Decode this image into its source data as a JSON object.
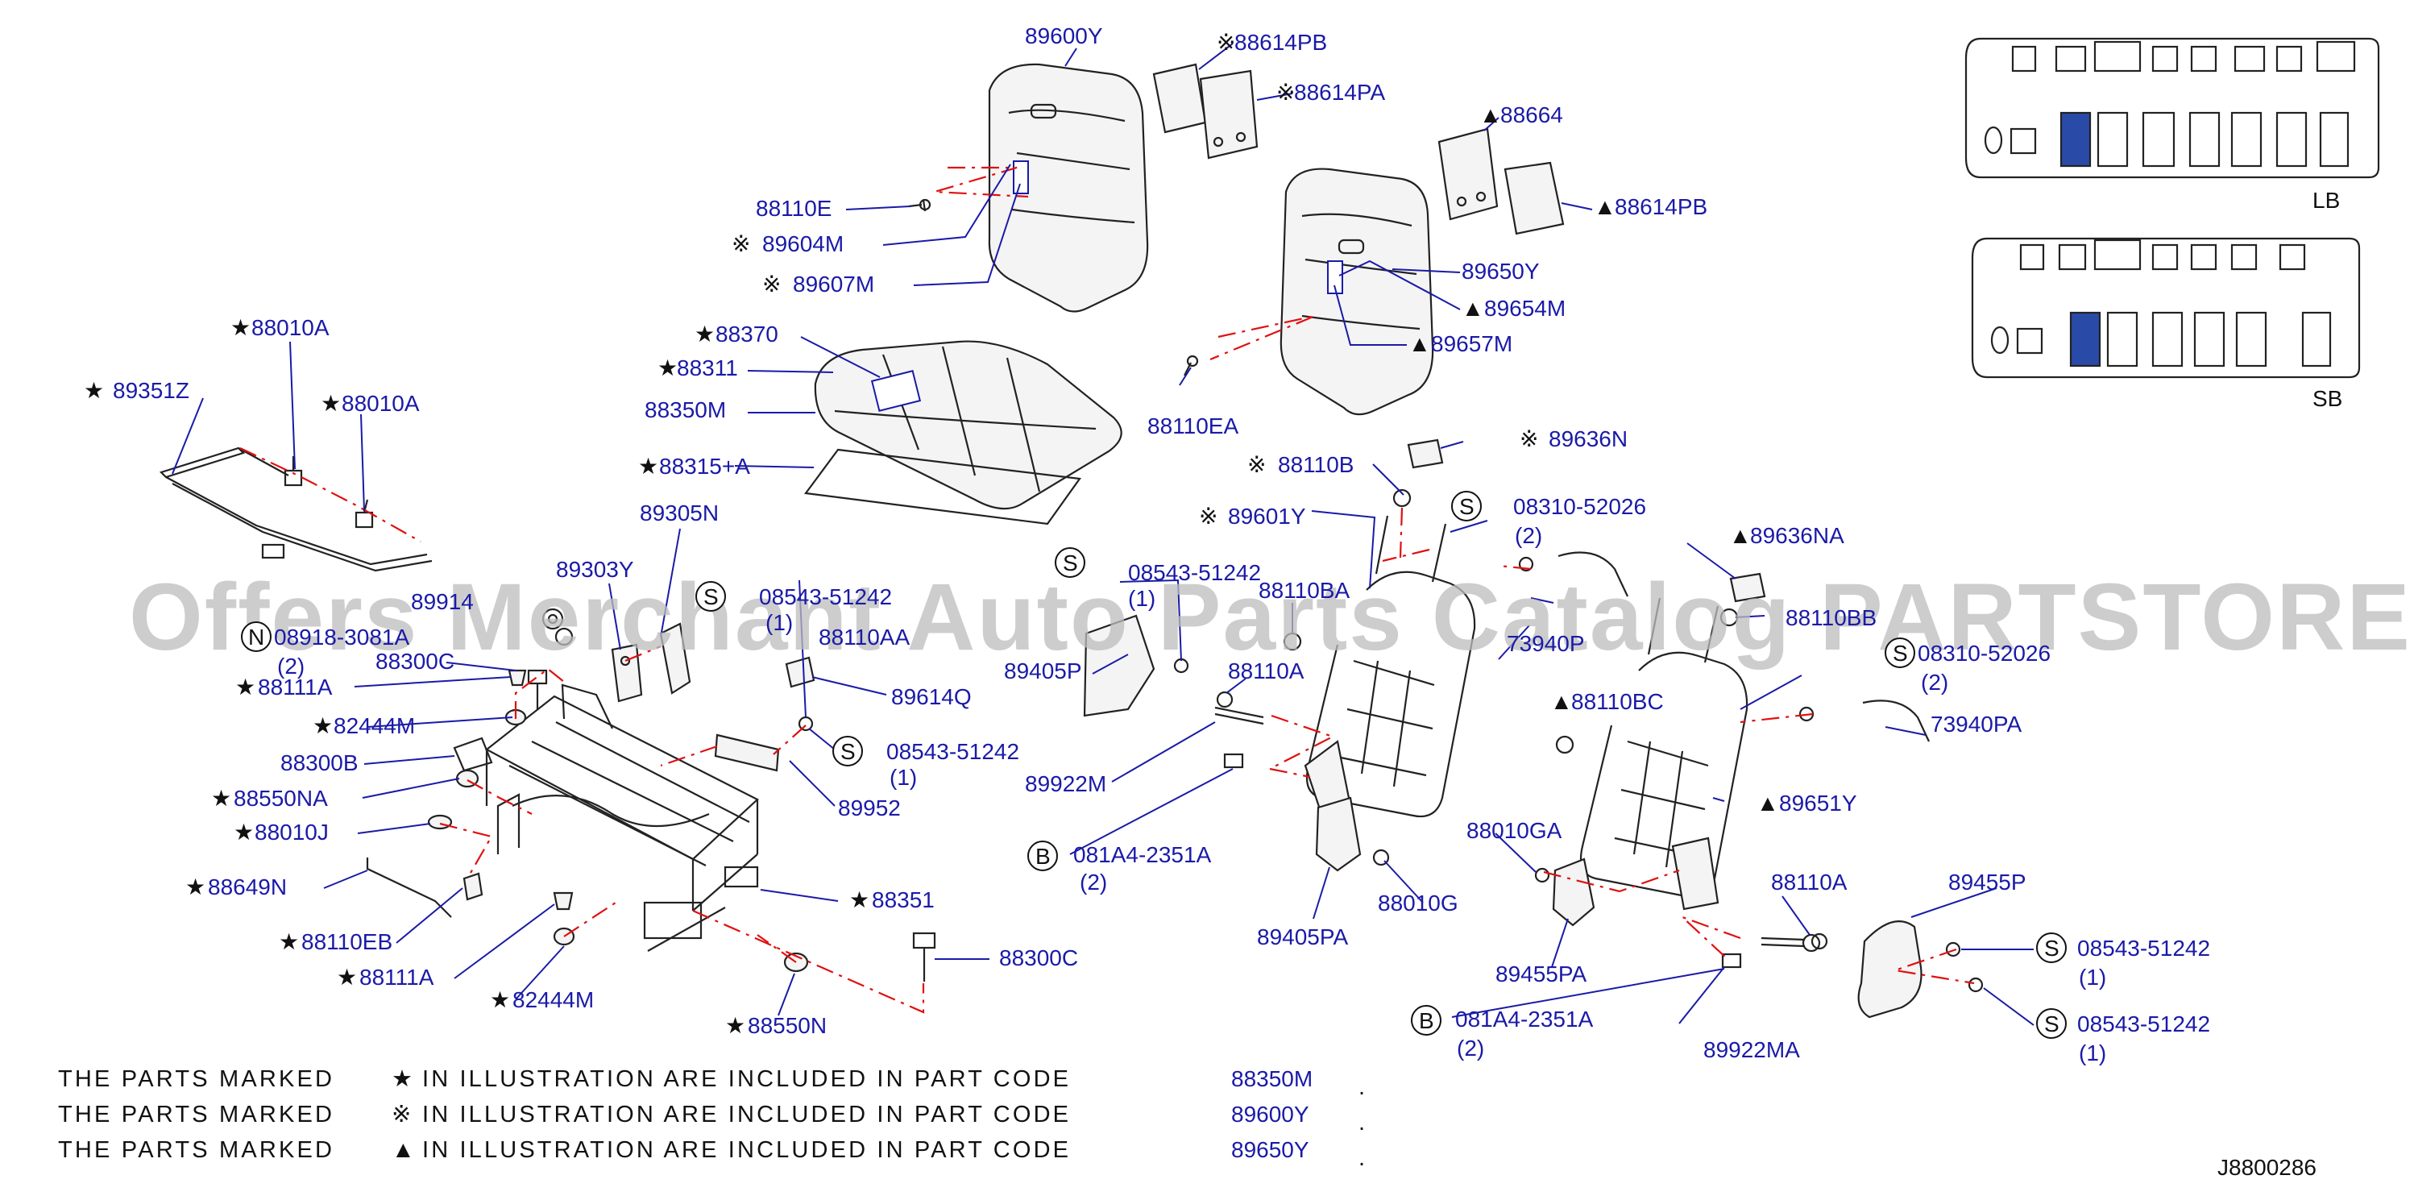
{
  "watermark": "Offers Merchant Auto Parts Catalog PARTSTORE.SA",
  "diagram_code": "J8800286",
  "colors": {
    "callout": "#1a1aa8",
    "dash": "#e01010",
    "highlight": "#2a4aa8"
  },
  "vehicle_views": [
    {
      "label": "LB"
    },
    {
      "label": "SB"
    }
  ],
  "callouts": {
    "c89600Y": "89600Y",
    "c88614PB_1": "88614PB",
    "c88614PA": "88614PA",
    "c88664": "88664",
    "c88614PB_2": "88614PB",
    "c88110E": "88110E",
    "c89604M": "89604M",
    "c89607M": "89607M",
    "c89650Y": "89650Y",
    "c89654M": "89654M",
    "c89657M": "89657M",
    "c88010A_1": "88010A",
    "c89351Z": "89351Z",
    "c88010A_2": "88010A",
    "c88370": "88370",
    "c88311": "88311",
    "c88350M": "88350M",
    "c88315A": "88315+A",
    "c88110EA": "88110EA",
    "c89636N": "89636N",
    "c88110B": "88110B",
    "c08310_1": "08310-52026",
    "c08310_1q": "(2)",
    "c89601Y": "89601Y",
    "c89636NA": "89636NA",
    "c89305N": "89305N",
    "c89303Y": "89303Y",
    "c08543_1": "08543-51242",
    "c08543_1q": "(1)",
    "c89914": "89914",
    "c08918": "08918-3081A",
    "c08918q": "(2)",
    "c08543_2": "08543-51242",
    "c08543_2q": "(1)",
    "c88110AA": "88110AA",
    "c88110BA": "88110BA",
    "c73940P": "73940P",
    "c88110BB": "88110BB",
    "c88300C_1": "88300C",
    "c88111A_1": "88111A",
    "c82444M_1": "82444M",
    "c88300B": "88300B",
    "c88550NA": "88550NA",
    "c88010J": "88010J",
    "c88649N": "88649N",
    "c88110EB": "88110EB",
    "c88111A_2": "88111A",
    "c82444M_2": "82444M",
    "c88351": "88351",
    "c88300C_2": "88300C",
    "c88550N": "88550N",
    "c89405P": "89405P",
    "c89614Q": "89614Q",
    "c08543_3": "08543-51242",
    "c08543_3q": "(1)",
    "c89952": "89952",
    "c88110A_1": "88110A",
    "c89922M": "89922M",
    "c081A4_1": "081A4-2351A",
    "c081A4_1q": "(2)",
    "c89405PA": "89405PA",
    "c88010G": "88010G",
    "c08310_2": "08310-52026",
    "c08310_2q": "(2)",
    "c73940PA": "73940PA",
    "c88110BC": "88110BC",
    "c89651Y": "89651Y",
    "c88010GA": "88010GA",
    "c88110A_2": "88110A",
    "c89455P": "89455P",
    "c89455PA": "89455PA",
    "c081A4_2": "081A4-2351A",
    "c081A4_2q": "(2)",
    "c89922MA": "89922MA",
    "c08543_4": "08543-51242",
    "c08543_4q": "(1)",
    "c08543_5": "08543-51242",
    "c08543_5q": "(1)"
  },
  "legend": [
    {
      "lead": "THE PARTS MARKED",
      "symbol": "★",
      "text": "IN ILLUSTRATION ARE INCLUDED IN PART CODE",
      "code": "88350M",
      "tail": "."
    },
    {
      "lead": "THE PARTS MARKED",
      "symbol": "※",
      "text": "IN ILLUSTRATION ARE INCLUDED IN PART CODE",
      "code": "89600Y",
      "tail": "."
    },
    {
      "lead": "THE PARTS MARKED",
      "symbol": "▲",
      "text": "IN ILLUSTRATION ARE INCLUDED IN PART CODE",
      "code": "89650Y",
      "tail": "."
    }
  ]
}
